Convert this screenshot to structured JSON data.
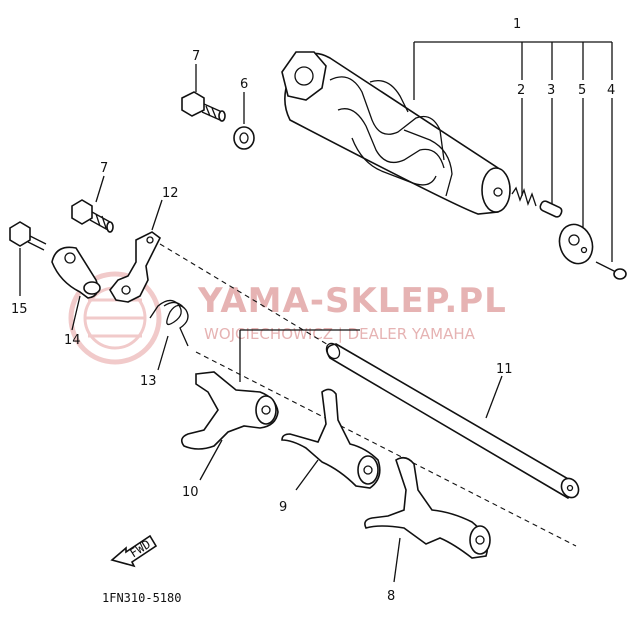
{
  "watermark": {
    "brand": "YAMA-SKLEP.PL",
    "tagline": "WOJCIECHOWICZ | DEALER YAMAHA"
  },
  "part_labels": {
    "p1": "1",
    "p2": "2",
    "p3": "3",
    "p4": "4",
    "p5": "5",
    "p6": "6",
    "p7a": "7",
    "p7b": "7",
    "p8": "8",
    "p9": "9",
    "p10": "10",
    "p11": "11",
    "p12": "12",
    "p13": "13",
    "p14": "14",
    "p15": "15"
  },
  "fwd_label": "FWD",
  "diagram_code": "1FN310-5180",
  "colors": {
    "ink": "#111111",
    "watermark": "#e6b3b3"
  }
}
